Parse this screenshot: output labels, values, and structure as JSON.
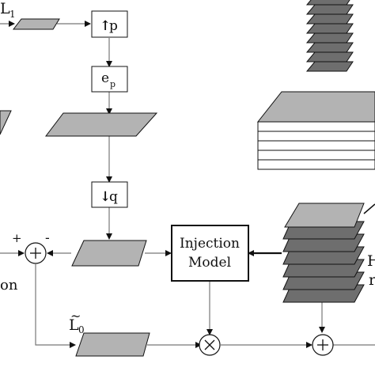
{
  "labels": {
    "l1": "L",
    "l1_sub": "1",
    "up_p": "p",
    "up_arrow": "↑",
    "ep": "e",
    "ep_sub": "p",
    "down_q": "q",
    "down_arrow": "↓",
    "plus": "+",
    "minus": "-",
    "partial_on": "on",
    "injection_line1": "Injection",
    "injection_line2": "Model",
    "l0_tilde": "~",
    "l0": "L",
    "l0_sub": "0",
    "cut_h": "H",
    "cut_r": "r"
  },
  "colors": {
    "fill_gray": "#b3b3b3",
    "fill_dark": "#6e6e6e",
    "stroke": "#111111",
    "line": "#777777"
  }
}
